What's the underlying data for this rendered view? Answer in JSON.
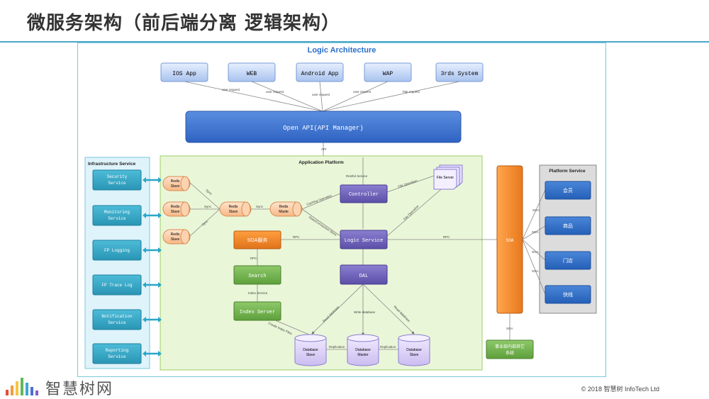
{
  "slide": {
    "title": "微服务架构（前后端分离 逻辑架构）",
    "copyright": "© 2018 智慧树 InfoTech Ltd",
    "logo_text": "智慧树网"
  },
  "diagram": {
    "title": "Logic Architecture",
    "clients": [
      {
        "label": "IOS App",
        "edge": "user request"
      },
      {
        "label": "WEB",
        "edge": "user request"
      },
      {
        "label": "Android App",
        "edge": "user request"
      },
      {
        "label": "WAP",
        "edge": "user request"
      },
      {
        "label": "3rds System",
        "edge": "http request"
      }
    ],
    "open_api": "Open API(API Manager)",
    "api_edge": "API",
    "infrastructure": {
      "title": "Infrastructure Service",
      "items": [
        [
          "Security",
          "Service"
        ],
        [
          "Monitoring",
          "Service"
        ],
        [
          "FP Logging"
        ],
        [
          "FP Trace Log"
        ],
        [
          "Notification",
          "Service"
        ],
        [
          "Reporting",
          "Service"
        ]
      ]
    },
    "app_platform": {
      "title": "Application Platform",
      "restful_edge": "Restful Service",
      "redis_slaves_left": [
        [
          "Redis",
          "Slave"
        ],
        [
          "Redis",
          "Slave"
        ],
        [
          "Redis",
          "Slave"
        ]
      ],
      "redis_slave_mid": [
        "Redis",
        "Slave"
      ],
      "redis_master": [
        "Redis",
        "Maste"
      ],
      "sync": "Sync",
      "sync_label": "Sync",
      "controller": "Controller",
      "file_server": "File Server",
      "logic_service": "Logic Service",
      "soa_service": "SOA服务",
      "search": "Search",
      "index_server": "Index Server",
      "dal": "DAL",
      "databases": [
        [
          "Database",
          "Slave"
        ],
        [
          "Database",
          "Master"
        ],
        [
          "Database",
          "Slave"
        ]
      ],
      "edges": {
        "caching": "Caching Operation",
        "state": "State/Connection Store",
        "file_op": "File Operation",
        "file_op2": "File Operation",
        "rpc": "RPC",
        "rpc2": "RPC",
        "rpc3": "RPC",
        "index_service": "Index Service",
        "create_index": "Create Index Files",
        "read_db": "Read database",
        "write_db": "Write database",
        "read_db2": "Read database",
        "replication": "Replication",
        "replication2": "Replication"
      }
    },
    "soa_bus": "SOA",
    "soa_edge": "SOA",
    "internal_system": [
      "事业部内部其它",
      "系统"
    ],
    "platform_service": {
      "title": "Platform Service",
      "items": [
        "会员",
        "商品",
        "门店",
        "快线"
      ],
      "edge": "SOA"
    }
  }
}
